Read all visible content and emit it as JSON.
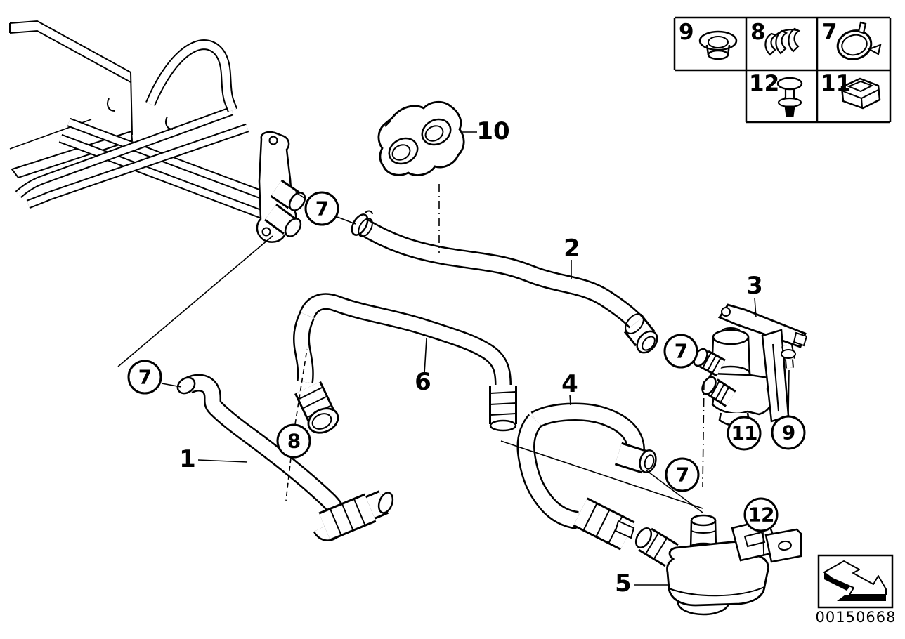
{
  "diagram": {
    "title": "cooling system water hoses parts diagram",
    "circled_callouts": [
      {
        "label": "7"
      },
      {
        "label": "7"
      },
      {
        "label": "7"
      },
      {
        "label": "7"
      },
      {
        "label": "8"
      },
      {
        "label": "11"
      },
      {
        "label": "9"
      },
      {
        "label": "12"
      }
    ],
    "part_labels": [
      {
        "label": "1"
      },
      {
        "label": "2"
      },
      {
        "label": "3"
      },
      {
        "label": "4"
      },
      {
        "label": "5"
      },
      {
        "label": "6"
      },
      {
        "label": "10"
      }
    ],
    "legend": {
      "cells": [
        {
          "number": "9",
          "icon": "grommet-icon"
        },
        {
          "number": "8",
          "icon": "retaining-clip-icon"
        },
        {
          "number": "7",
          "icon": "hose-clamp-icon"
        },
        {
          "number": "12",
          "icon": "expanding-rivet-icon"
        },
        {
          "number": "11",
          "icon": "cover-sleeve-icon"
        }
      ]
    },
    "footer": {
      "image_number": "00150668",
      "stamp_icon": "direction-arrow-icon"
    }
  }
}
